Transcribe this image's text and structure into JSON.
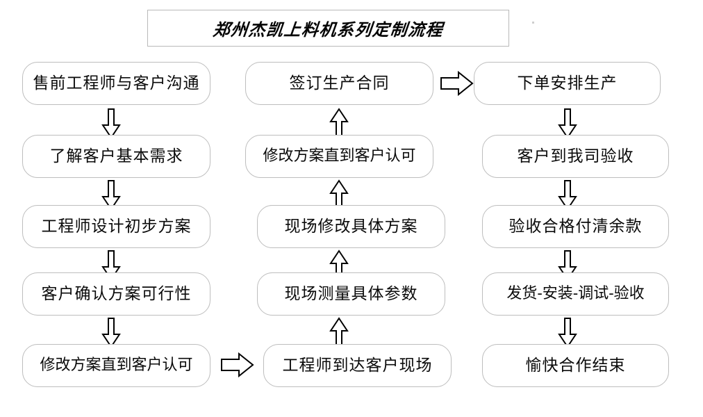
{
  "title": {
    "text": "郑州杰凯上料机系列定制流程"
  },
  "colors": {
    "box_border": "#bdbdbd",
    "title_border": "#b9b9b9",
    "text": "#0a0a0a",
    "arrow_stroke": "#000000",
    "background": "#ffffff"
  },
  "flow": {
    "columns": [
      {
        "name": "left-column",
        "direction": "down",
        "nodes": [
          {
            "id": "l1",
            "label": "售前工程师与客户沟通"
          },
          {
            "id": "l2",
            "label": "了解客户基本需求"
          },
          {
            "id": "l3",
            "label": "工程师设计初步方案"
          },
          {
            "id": "l4",
            "label": "客户确认方案可行性"
          },
          {
            "id": "l5",
            "label": "修改方案直到客户认可"
          }
        ]
      },
      {
        "name": "middle-column",
        "direction": "up",
        "nodes": [
          {
            "id": "m1",
            "label": "签订生产合同"
          },
          {
            "id": "m2",
            "label": "修改方案直到客户认可"
          },
          {
            "id": "m3",
            "label": "现场修改具体方案"
          },
          {
            "id": "m4",
            "label": "现场测量具体参数"
          },
          {
            "id": "m5",
            "label": "工程师到达客户现场"
          }
        ]
      },
      {
        "name": "right-column",
        "direction": "down",
        "nodes": [
          {
            "id": "r1",
            "label": "下单安排生产"
          },
          {
            "id": "r2",
            "label": "客户到我司验收"
          },
          {
            "id": "r3",
            "label": "验收合格付清余款"
          },
          {
            "id": "r4",
            "label": "发货-安装-调试-验收"
          },
          {
            "id": "r5",
            "label": "愉快合作结束"
          }
        ]
      }
    ],
    "connectors": [
      {
        "id": "c-left-to-middle",
        "from": "l5",
        "to": "m5",
        "direction": "right"
      },
      {
        "id": "c-middle-to-right",
        "from": "m1",
        "to": "r1",
        "direction": "right"
      }
    ]
  }
}
